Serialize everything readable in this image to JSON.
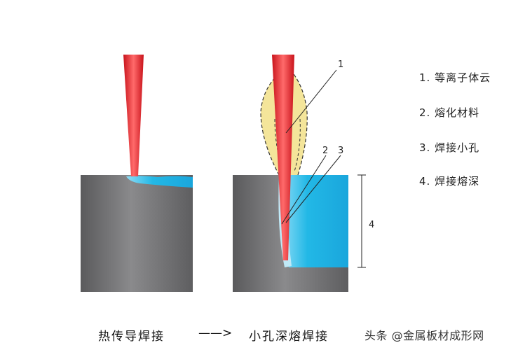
{
  "legend": [
    {
      "text": "1. 等离子体云"
    },
    {
      "text": "2. 熔化材料"
    },
    {
      "text": "3. 焊接小孔"
    },
    {
      "text": "4. 焊接熔深"
    }
  ],
  "callouts": {
    "c1": "1",
    "c2": "2",
    "c3": "3",
    "c4": "4"
  },
  "captions": {
    "left": "热传导焊接",
    "arrow": "——>",
    "right": "小孔深熔焊接"
  },
  "watermark": "头条 @金属板材成形网",
  "colors": {
    "laser": "#e8242b",
    "metal": "#6e6e70",
    "melt": "#22b8e6",
    "plasma": "#f4e59a"
  }
}
